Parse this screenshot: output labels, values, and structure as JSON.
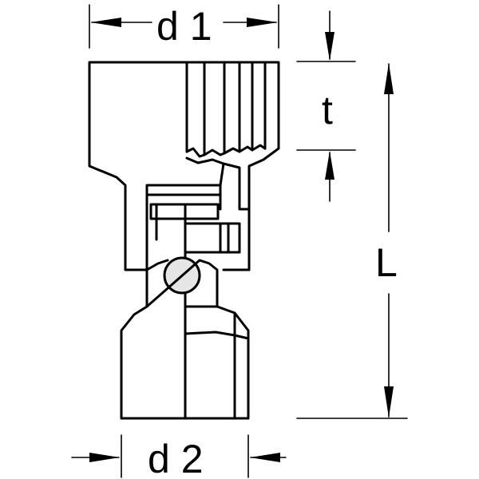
{
  "labels": {
    "d1": "d 1",
    "t": "t",
    "L": "L",
    "d2": "d 2"
  },
  "colors": {
    "stroke": "#000000",
    "pin_fill": "#e6e6e6",
    "background": "#ffffff"
  }
}
